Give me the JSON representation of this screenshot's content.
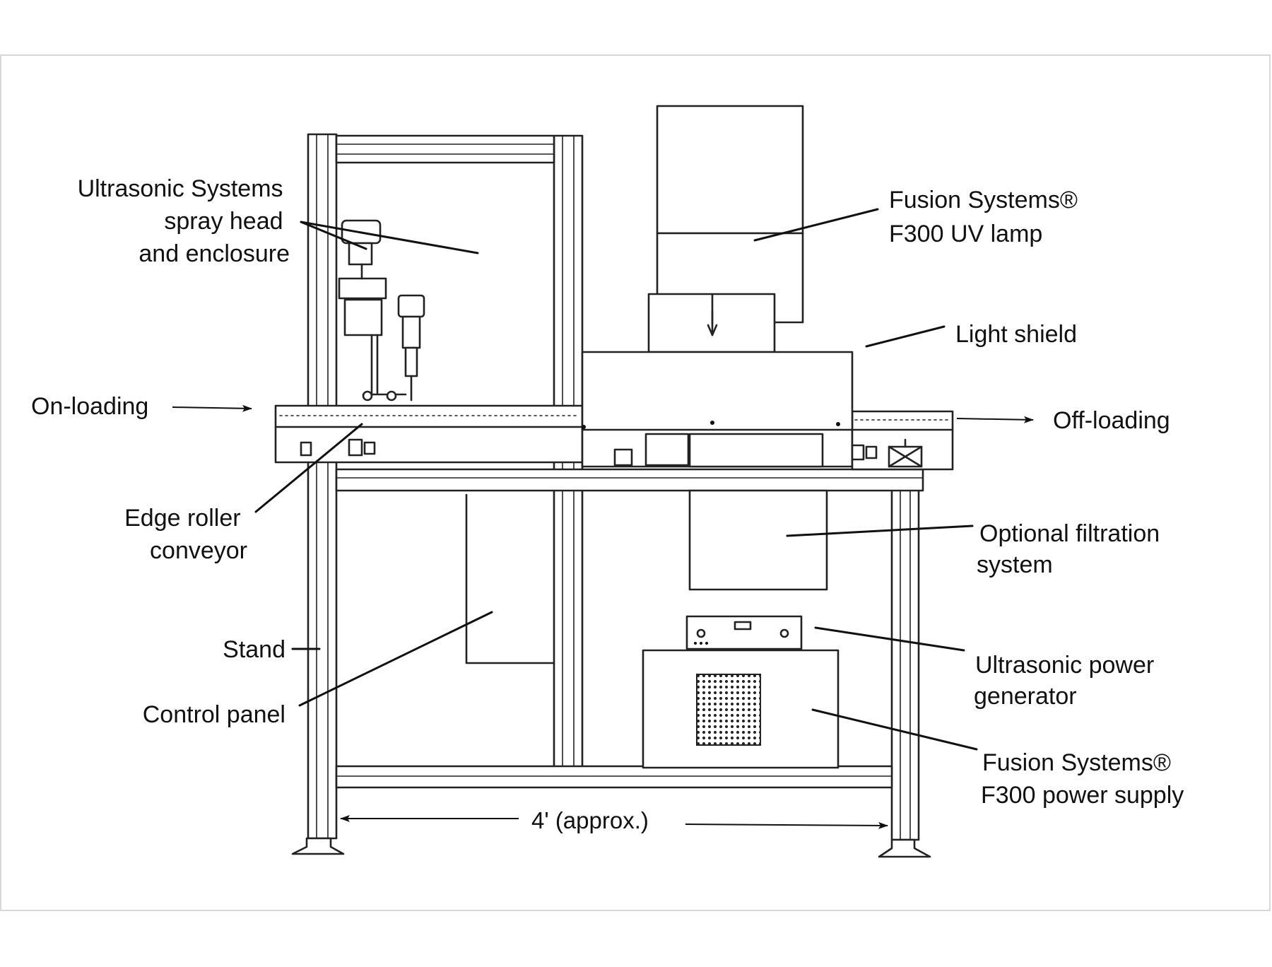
{
  "diagram": {
    "labels": {
      "spray_head": [
        "Ultrasonic Systems",
        "spray head",
        "and enclosure"
      ],
      "on_loading": "On-loading",
      "edge_roller": [
        "Edge  roller",
        "conveyor"
      ],
      "stand": "Stand",
      "control_panel": "Control panel",
      "uv_lamp": [
        "Fusion Systems®",
        "F300  UV lamp"
      ],
      "light_shield": "Light shield",
      "off_loading": "Off-loading",
      "filtration": [
        "Optional filtration",
        "system"
      ],
      "power_generator": [
        "Ultrasonic power",
        "generator"
      ],
      "power_supply": [
        "Fusion Systems®",
        "F300 power supply"
      ]
    },
    "dimension": "4' (approx.)",
    "colors": {
      "line": "#222222",
      "background": "#ffffff",
      "frame": "#d8d8d8"
    }
  }
}
